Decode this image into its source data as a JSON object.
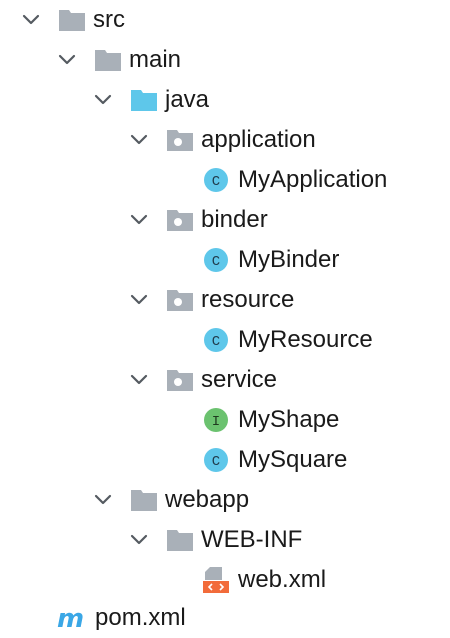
{
  "tree": {
    "src": "src",
    "main": "main",
    "java": "java",
    "application": "application",
    "my_application": "MyApplication",
    "binder": "binder",
    "my_binder": "MyBinder",
    "resource": "resource",
    "my_resource": "MyResource",
    "service": "service",
    "my_shape": "MyShape",
    "my_square": "MySquare",
    "webapp": "webapp",
    "web_inf": "WEB-INF",
    "web_xml": "web.xml",
    "pom_xml": "pom.xml"
  },
  "badges": {
    "class_letter": "C",
    "interface_letter": "I",
    "maven_letter": "m"
  },
  "colors": {
    "folder_gray": "#a9b0b8",
    "source_folder_blue": "#5ec7ea",
    "class_badge": "#5ec7ea",
    "interface_badge": "#6bc26f",
    "xml_tag": "#f26b3a",
    "maven_blue": "#3aa7e6"
  }
}
